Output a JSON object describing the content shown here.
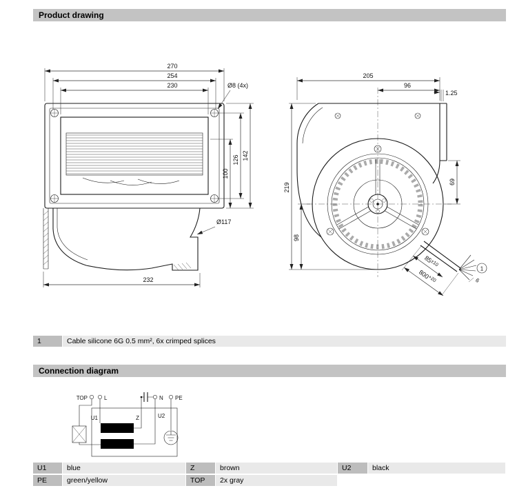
{
  "sections": {
    "product_drawing": "Product drawing",
    "connection_diagram": "Connection diagram"
  },
  "front_view": {
    "dim_width_outer": "270",
    "dim_width_flange": "254",
    "dim_width_opening": "230",
    "hole_callout": "Ø8 (4x)",
    "dim_height_opening": "100",
    "dim_height_holes": "126",
    "dim_height_flange": "142",
    "inlet_diameter": "Ø117",
    "dim_depth": "232"
  },
  "side_view": {
    "dim_width": "205",
    "dim_outlet": "96",
    "dim_lip": "1.25",
    "dim_outlet_side": "69",
    "dim_height": "219",
    "dim_axis_height": "98",
    "cable_dim1": "85",
    "cable_dim1_tol": "±10",
    "cable_dim2": "800",
    "cable_dim2_tol": "+20",
    "cable_dim3": "6",
    "callout": "1"
  },
  "note_row": {
    "ref": "1",
    "text": "Cable silicone 6G 0.5 mm², 6x crimped splices"
  },
  "connection": {
    "terminals": {
      "top": "TOP",
      "l": "L",
      "n": "N",
      "pe": "PE"
    },
    "windings": {
      "u1": "U1",
      "z": "Z",
      "u2": "U2"
    }
  },
  "wire_table": {
    "rows": [
      [
        "U1",
        "blue",
        "Z",
        "brown",
        "U2",
        "black"
      ],
      [
        "PE",
        "green/yellow",
        "TOP",
        "2x gray",
        "",
        ""
      ]
    ]
  }
}
